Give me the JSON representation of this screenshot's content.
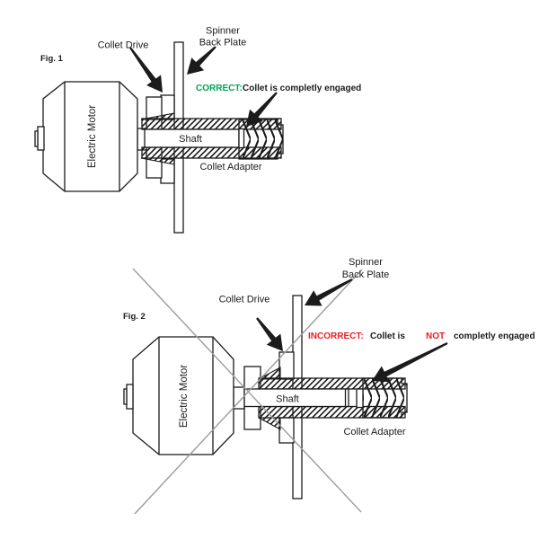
{
  "figure1": {
    "fig_label": "Fig. 1",
    "motor_label": "Electric Motor",
    "collet_drive_label": "Collet Drive",
    "spinner_line1": "Spinner",
    "spinner_line2": "Back Plate",
    "status_prefix": "CORRECT:",
    "status_text": "Collet is completly engaged",
    "shaft_label": "Shaft",
    "collet_adapter_label": "Collet Adapter"
  },
  "figure2": {
    "fig_label": "Fig. 2",
    "motor_label": "Electric Motor",
    "collet_drive_label": "Collet Drive",
    "spinner_line1": "Spinner",
    "spinner_line2": "Back Plate",
    "status_prefix": "INCORRECT:",
    "status_part1": "Collet is",
    "status_not": "NOT",
    "status_part2": "completly engaged",
    "shaft_label": "Shaft",
    "collet_adapter_label": "Collet Adapter"
  },
  "colors": {
    "correct_green": "#00a552",
    "incorrect_red": "#ed1c24",
    "line_black": "#1b1b1b",
    "cross_gray": "#9b9b9b"
  }
}
